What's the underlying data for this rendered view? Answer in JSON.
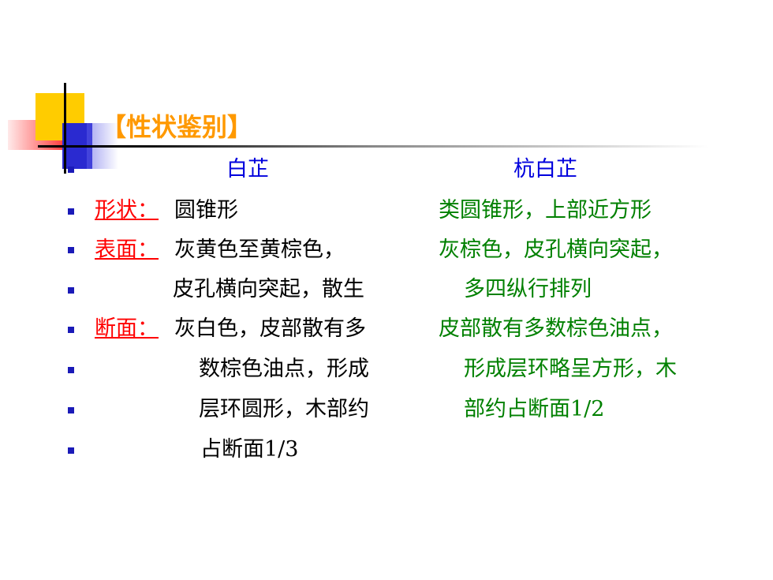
{
  "title": "【性状鉴别】",
  "columns": {
    "left_header": "白芷",
    "right_header": "杭白芷"
  },
  "rows": [
    {
      "label": "形状：",
      "left": "圆锥形",
      "right": "类圆锥形，上部近方形"
    },
    {
      "label": "表面：",
      "left": "灰黄色至黄棕色，",
      "right": "灰棕色，皮孔横向突起，"
    },
    {
      "label": "",
      "left": "皮孔横向突起，散生",
      "right": "多四纵行排列"
    },
    {
      "label": "断面：",
      "left": "灰白色，皮部散有多",
      "right": "皮部散有多数棕色油点，"
    },
    {
      "label": "",
      "left": "数棕色油点，形成",
      "right": "形成层环略呈方形，木"
    },
    {
      "label": "",
      "left": "层环圆形，木部约",
      "right": "部约占断面1/2"
    },
    {
      "label": "",
      "left": "占断面1/3",
      "right": ""
    }
  ]
}
